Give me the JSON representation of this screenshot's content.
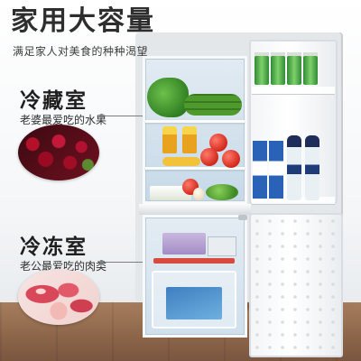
{
  "headline": "家用大容量",
  "subline": "满足家人对美食的种种渴望",
  "zones": {
    "fridge": {
      "title": "冷藏室",
      "caption": "老婆最爱吃的水果"
    },
    "freezer": {
      "title": "冷冻室",
      "caption": "老公最爱吃的肉类"
    }
  },
  "colors": {
    "heading": "#2e2e2e",
    "fridge_interior": "#c6d9e8",
    "floor": "#8e664a",
    "drink_can": "#2f8b36"
  }
}
